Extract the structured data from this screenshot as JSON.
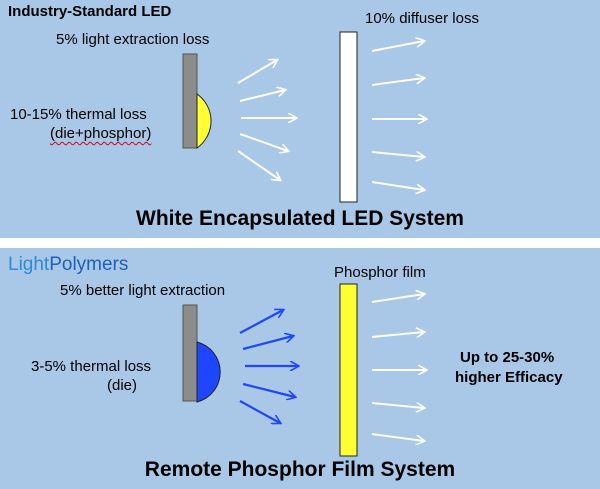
{
  "top_panel": {
    "header": "Industry-Standard LED",
    "extraction_loss": "5% light extraction loss",
    "thermal_loss_line1": "10-15% thermal loss",
    "thermal_loss_line2": "(die+phosphor)",
    "diffuser_loss": "10% diffuser loss",
    "caption": "White Encapsulated LED System",
    "led_color": "#ffff33",
    "emitted_arrow_color": "#ffffff",
    "panel_fill": "#ffffff"
  },
  "bottom_panel": {
    "brand_part1": "Light",
    "brand_part2": "Polymers",
    "brand_color_1": "#2f8ad8",
    "brand_color_2": "#1c63b8",
    "extraction_note": "5% better light extraction",
    "thermal_loss_line1": "3-5% thermal loss",
    "thermal_loss_line2": "(die)",
    "film_label": "Phosphor film",
    "efficacy_line1": "Up to 25-30%",
    "efficacy_line2": "higher Efficacy",
    "caption": "Remote Phosphor Film System",
    "led_color": "#1f46ff",
    "emitted_arrow_color": "#1f46ff",
    "film_fill": "#ffff33"
  }
}
